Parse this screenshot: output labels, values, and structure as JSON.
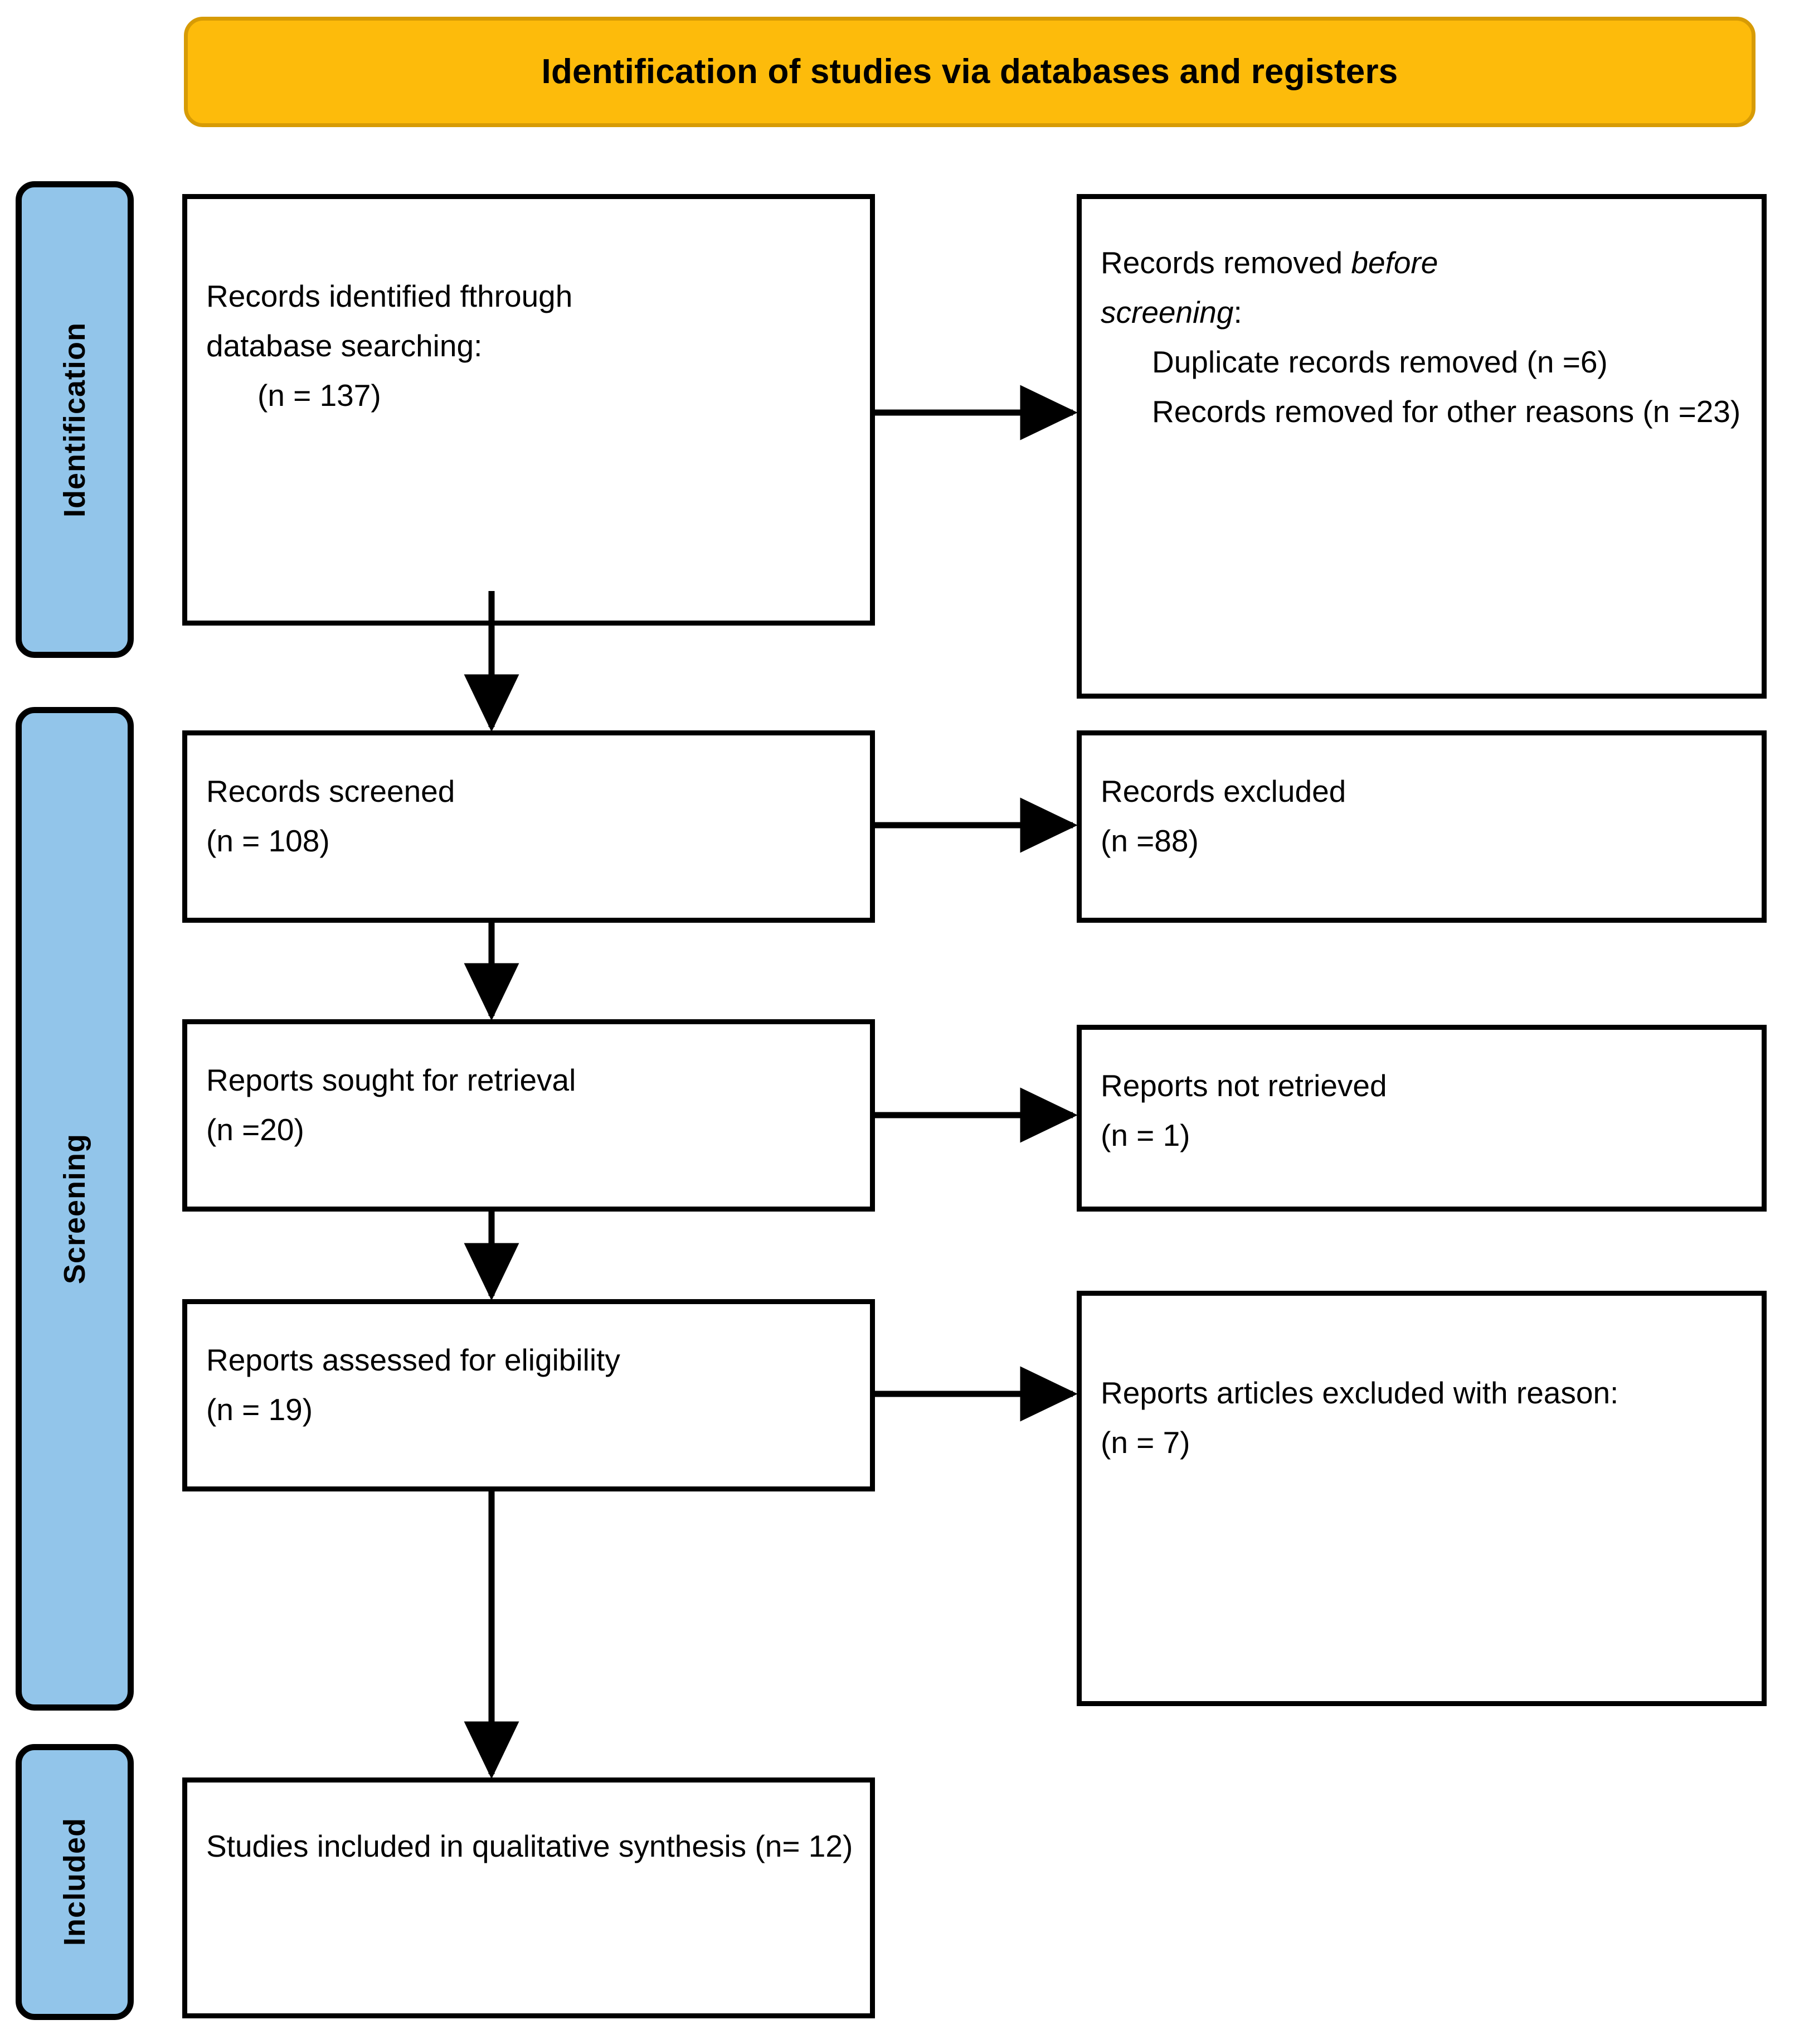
{
  "banner": {
    "title": "Identification of studies via databases and registers",
    "fill_color": "#FDBB0B",
    "border_color": "#D79B05"
  },
  "stages": [
    {
      "id": "identification",
      "label": "Identification",
      "fill_color": "#92C5EA"
    },
    {
      "id": "screening",
      "label": "Screening",
      "fill_color": "#92C5EA"
    },
    {
      "id": "included",
      "label": "Included",
      "fill_color": "#92C5EA"
    }
  ],
  "boxes": {
    "records_identified": {
      "line1": "Records identified fthrough",
      "line2": "database searching:",
      "line3": "(n = 137)"
    },
    "records_removed": {
      "line1_pre": "Records removed ",
      "line1_italic": "before",
      "line2_italic": "screening",
      "line2_post": ":",
      "line3": "Duplicate records removed (n =6)",
      "line4": "Records removed for other reasons (n =23)"
    },
    "records_screened": {
      "line1": "Records screened",
      "line2": "(n = 108)"
    },
    "records_excluded": {
      "line1": "Records excluded",
      "line2": "(n =88)"
    },
    "reports_sought": {
      "line1": "Reports sought for retrieval",
      "line2": "(n =20)"
    },
    "reports_not_retrieved": {
      "line1": "Reports not retrieved",
      "line2": "(n = 1)"
    },
    "reports_assessed": {
      "line1": "Reports assessed for eligibility",
      "line2": "(n = 19)"
    },
    "reports_excluded": {
      "line1": "Reports articles excluded with reason:",
      "line2": "(n = 7)"
    },
    "studies_included": {
      "line1": "Studies included in qualitative synthesis (n= 12)"
    }
  },
  "counts": {
    "identified": 137,
    "duplicates_removed": 6,
    "other_reasons_removed": 23,
    "screened": 108,
    "excluded": 88,
    "sought_for_retrieval": 20,
    "not_retrieved": 1,
    "assessed_for_eligibility": 19,
    "reports_excluded_with_reason": 7,
    "included_in_synthesis": 12
  }
}
